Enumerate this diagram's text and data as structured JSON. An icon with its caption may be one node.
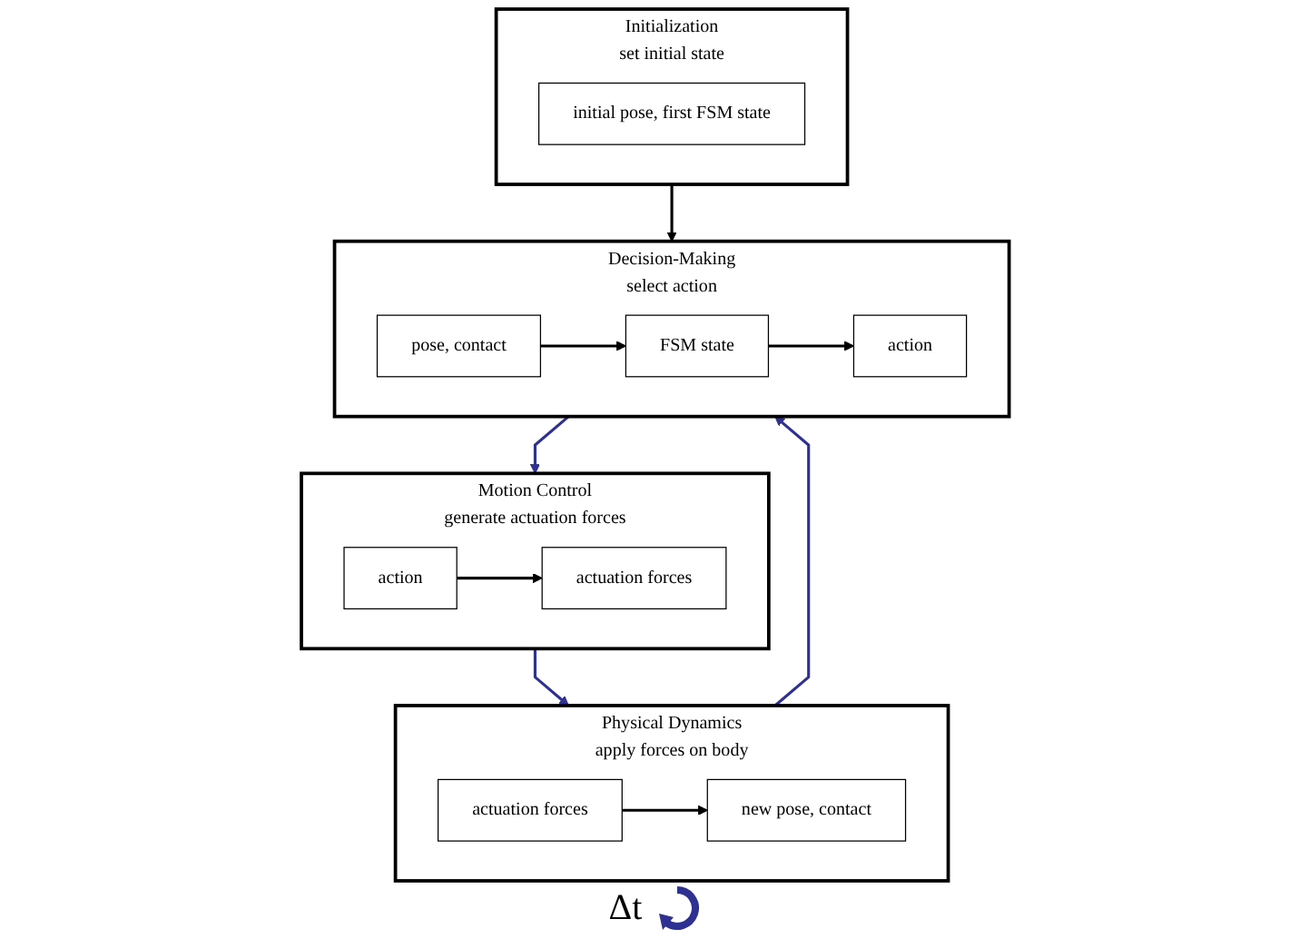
{
  "diagram": {
    "nodes": [
      {
        "text": [
          "Decision-Making",
          "select action"
        ]
      },
      {
        "text": [
          "pose, contact"
        ],
        "in": 0
      },
      {
        "text": [
          "FSM state"
        ],
        "in": 0
      },
      {
        "text": [
          "action"
        ],
        "in": 0
      },
      {
        "text": [
          "Motion Control",
          "generate actuation forces"
        ]
      },
      {
        "text": [
          "action"
        ],
        "in": 4
      },
      {
        "text": [
          "actuation forces"
        ],
        "in": 4
      },
      {
        "text": [
          "Physical Dynamics",
          "apply forces on body"
        ]
      },
      {
        "text": [
          "new pose, contact"
        ],
        "in": 7
      },
      {
        "text": [
          "actuation forces"
        ],
        "in": 7
      },
      {
        "text": [
          "Initialization",
          "set initial state"
        ]
      },
      {
        "text": [
          "initial pose, first FSM state"
        ],
        "in": 10
      }
    ],
    "edges": [
      {
        "from": 1,
        "to": 2,
        "arrow": "to"
      },
      {
        "from": 2,
        "to": 3,
        "arrow": "to"
      },
      {
        "from": 0,
        "to": 4,
        "arrow": "to",
        "color": "#2e3192"
      },
      {
        "from": 5,
        "to": 6,
        "arrow": "to"
      },
      {
        "from": 4,
        "to": 7,
        "arrow": "to",
        "color": "#2e3192"
      },
      {
        "from": 9,
        "to": 8,
        "arrow": "to"
      },
      {
        "from": 7,
        "to": 0,
        "arrow": "to",
        "color": "#2e3192"
      },
      {
        "from": 10,
        "to": 0,
        "arrow": "to"
      }
    ],
    "labels": [
      "Δt"
    ]
  }
}
